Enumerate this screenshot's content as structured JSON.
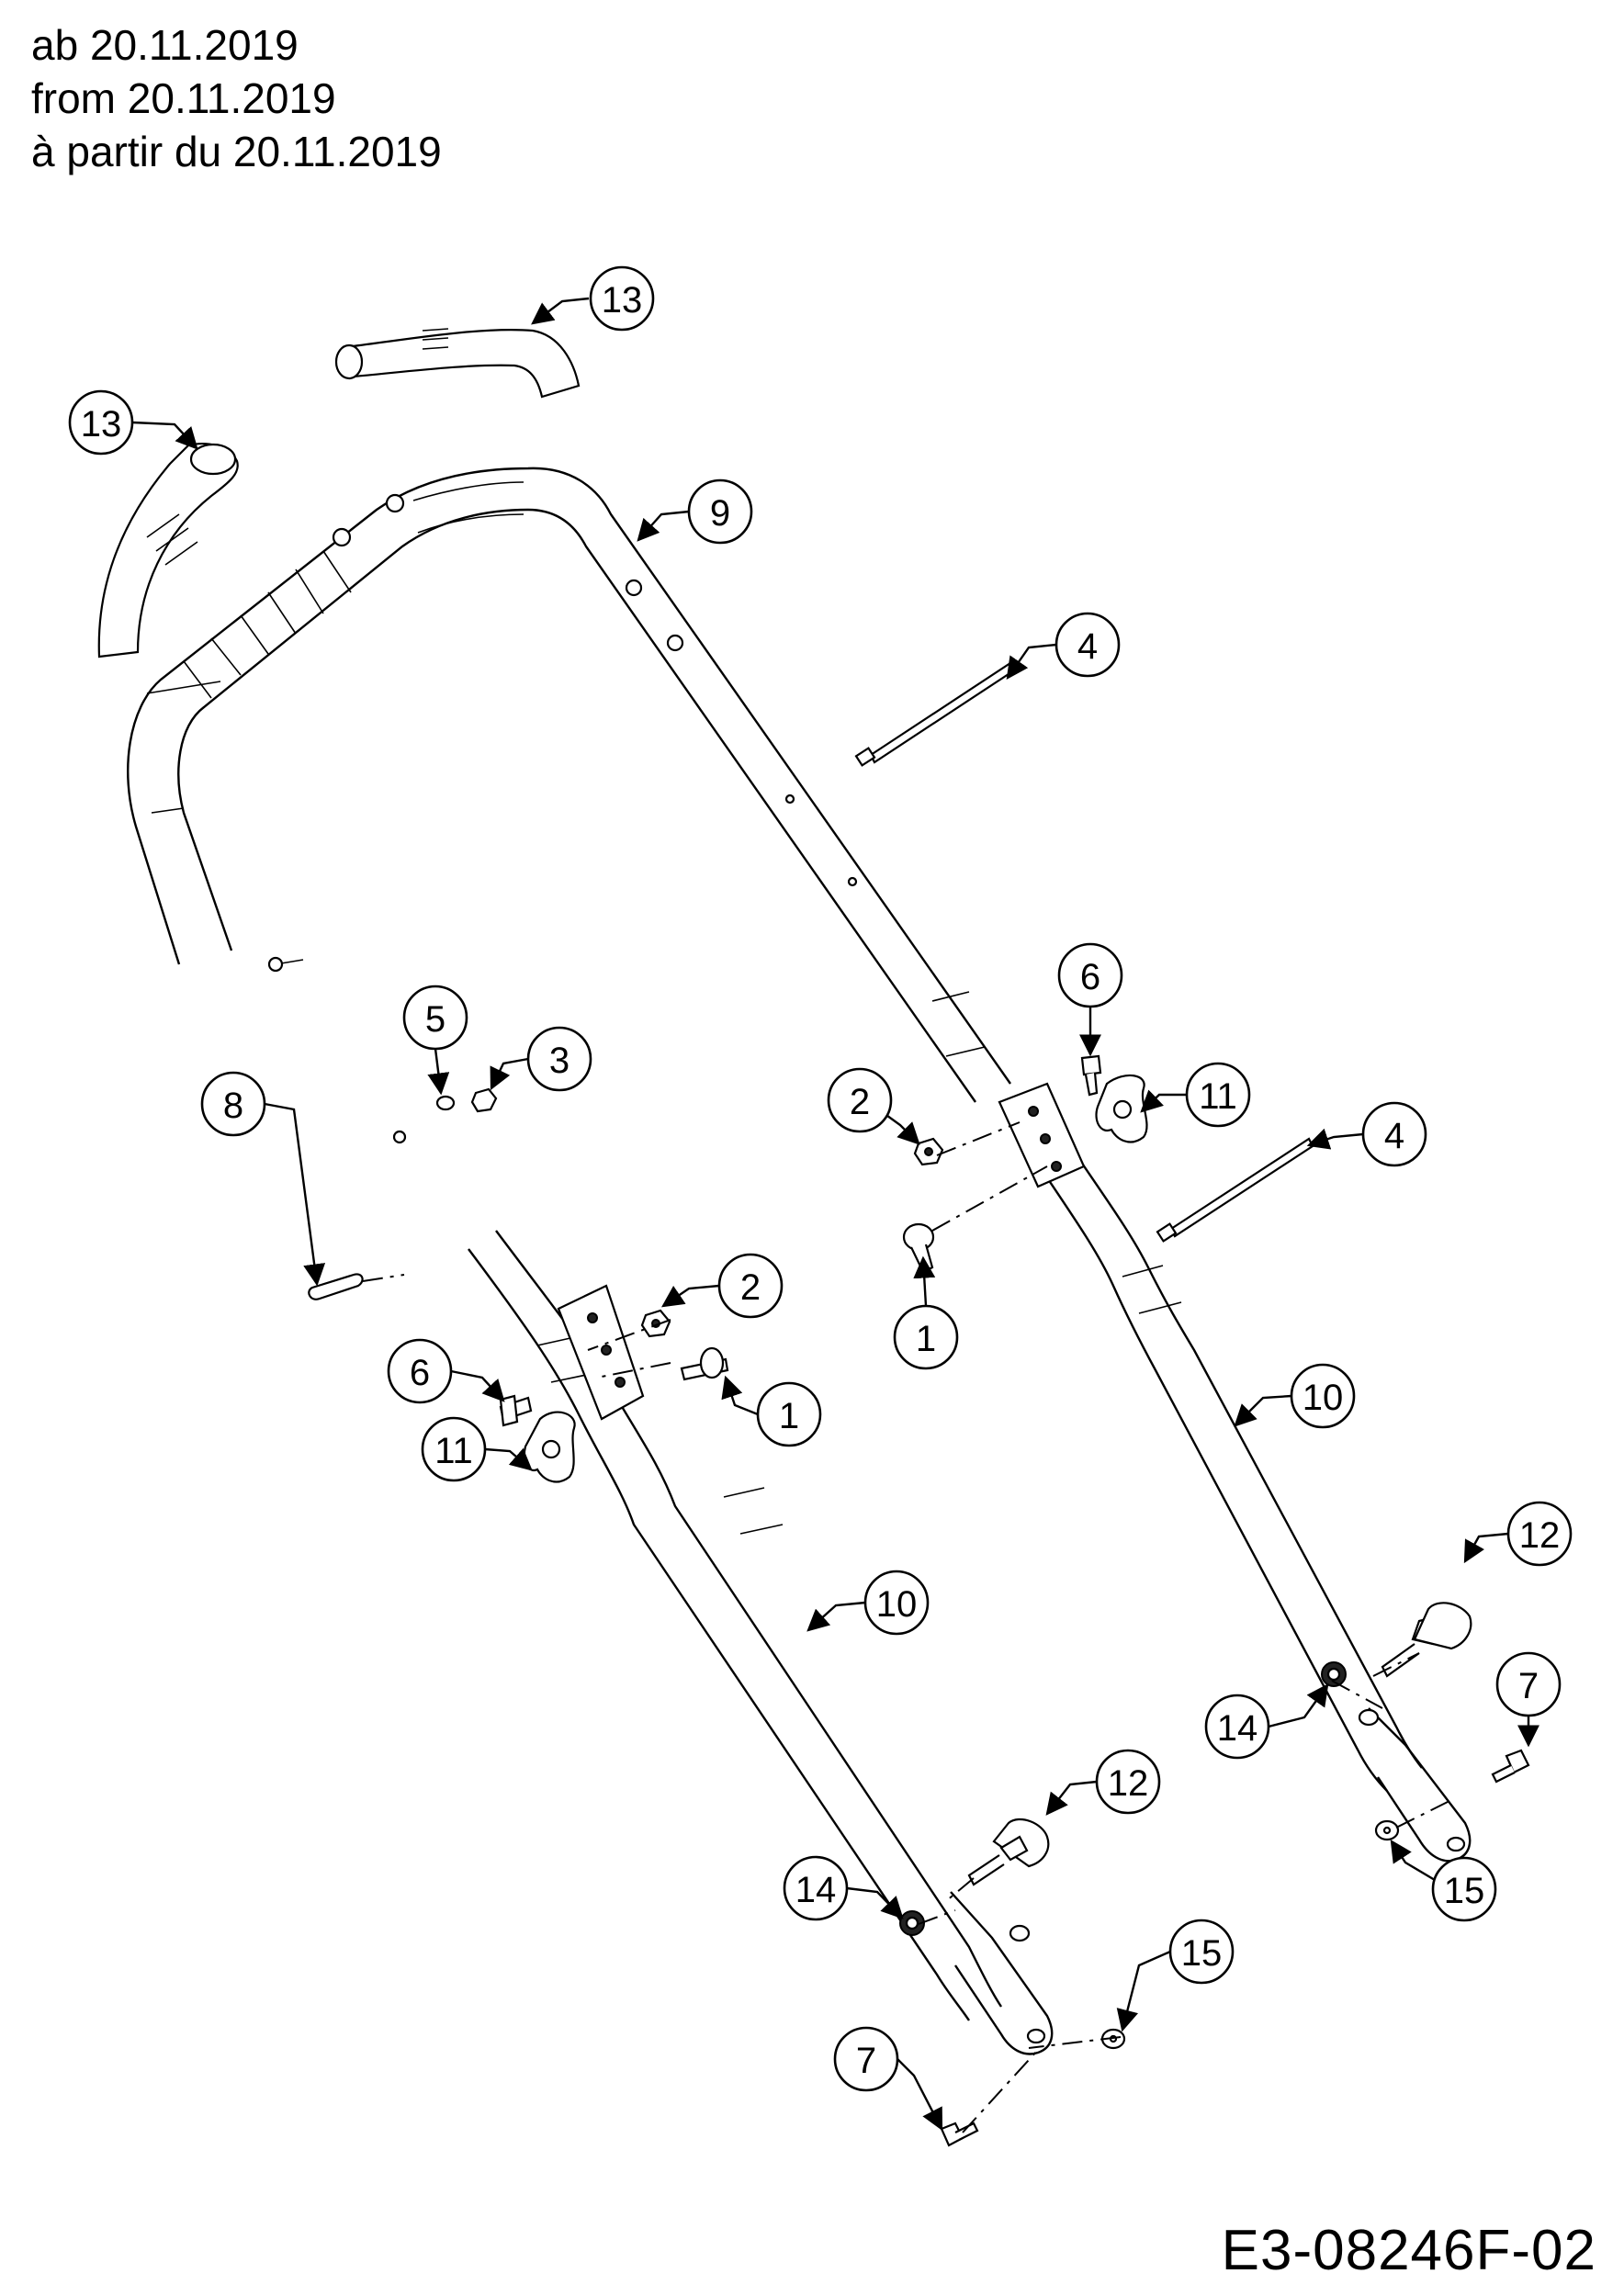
{
  "header": {
    "line_de": "ab 20.11.2019",
    "line_en": "from 20.11.2019",
    "line_fr": "à partir du 20.11.2019"
  },
  "document_code": "E3-08246F-02",
  "callouts": [
    {
      "id": "c13a",
      "label": "13"
    },
    {
      "id": "c13b",
      "label": "13"
    },
    {
      "id": "c9",
      "label": "9"
    },
    {
      "id": "c4a",
      "label": "4"
    },
    {
      "id": "c4b",
      "label": "4"
    },
    {
      "id": "c6a",
      "label": "6"
    },
    {
      "id": "c11a",
      "label": "11"
    },
    {
      "id": "c2a",
      "label": "2"
    },
    {
      "id": "c1a",
      "label": "1"
    },
    {
      "id": "c5",
      "label": "5"
    },
    {
      "id": "c3",
      "label": "3"
    },
    {
      "id": "c8",
      "label": "8"
    },
    {
      "id": "c2b",
      "label": "2"
    },
    {
      "id": "c6b",
      "label": "6"
    },
    {
      "id": "c1b",
      "label": "1"
    },
    {
      "id": "c11b",
      "label": "11"
    },
    {
      "id": "c10a",
      "label": "10"
    },
    {
      "id": "c10b",
      "label": "10"
    },
    {
      "id": "c12a",
      "label": "12"
    },
    {
      "id": "c12b",
      "label": "12"
    },
    {
      "id": "c7a",
      "label": "7"
    },
    {
      "id": "c7b",
      "label": "7"
    },
    {
      "id": "c14a",
      "label": "14"
    },
    {
      "id": "c14b",
      "label": "14"
    },
    {
      "id": "c15a",
      "label": "15"
    },
    {
      "id": "c15b",
      "label": "15"
    }
  ]
}
